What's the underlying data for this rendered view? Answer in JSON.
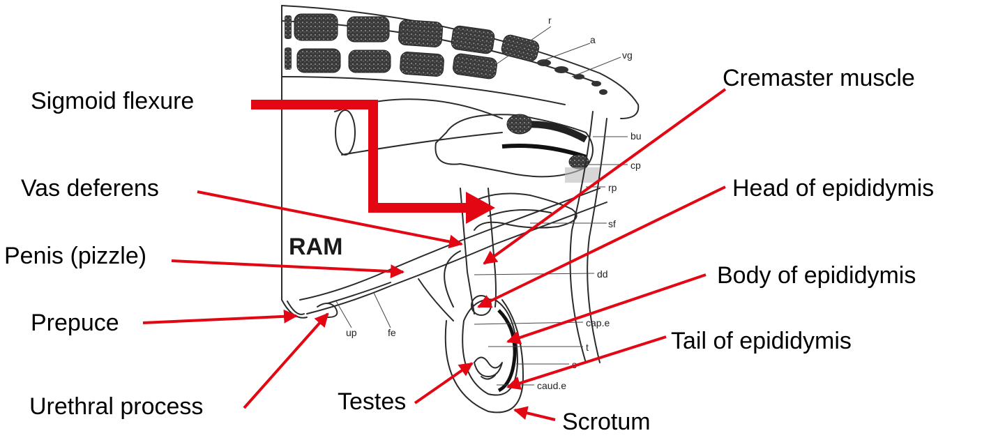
{
  "diagram": {
    "figure_label": "RAM",
    "labels": {
      "sigmoid_flexure": "Sigmoid flexure",
      "vas_deferens": "Vas deferens",
      "penis": "Penis (pizzle)",
      "prepuce": "Prepuce",
      "urethral_process": "Urethral process",
      "testes": "Testes",
      "scrotum": "Scrotum",
      "tail_epididymis": "Tail of epididymis",
      "body_epididymis": "Body of epididymis",
      "head_epididymis": "Head of epididymis",
      "cremaster": "Cremaster muscle"
    },
    "small_labels": {
      "r": "r",
      "a": "a",
      "vg": "vg",
      "bu": "bu",
      "cp": "cp",
      "rp": "rp",
      "sf": "sf",
      "dd": "dd",
      "cap_e": "cap.e",
      "t": "t",
      "s": "s",
      "caud_e": "caud.e",
      "up": "up",
      "fe": "fe"
    },
    "arrow_color": "#e30613"
  }
}
